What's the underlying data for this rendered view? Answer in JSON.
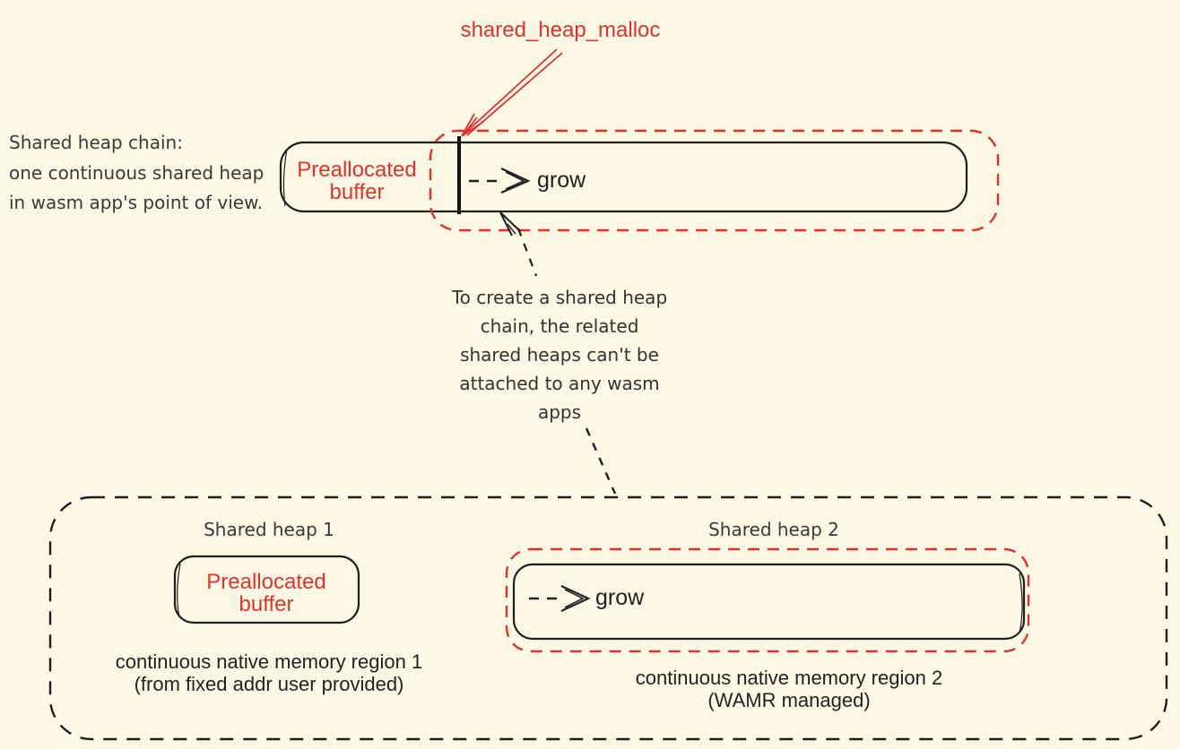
{
  "colors": {
    "background": "#fcf8e3",
    "ink": "#1e1e1e",
    "red_stroke": "#e03131",
    "red_text": "#e23230",
    "dark_text": "#3a3a3a"
  },
  "top": {
    "malloc_label": "shared_heap_malloc",
    "intro": "Shared heap chain:\none continuous shared heap\nin wasm app's point of view.",
    "main_box": {
      "buffer_label": "Preallocated\nbuffer",
      "grow_label": "grow"
    }
  },
  "note": {
    "text": "To create a shared heap\nchain, the related\nshared heaps can't be\nattached to any wasm\napps"
  },
  "bottom": {
    "heap1": {
      "title": "Shared heap 1",
      "buffer_label": "Preallocated\nbuffer",
      "caption": "continuous native memory region 1\n(from fixed addr user provided)"
    },
    "heap2": {
      "title": "Shared heap 2",
      "grow_label": "grow",
      "caption": "continuous native memory region 2\n(WAMR managed)"
    }
  },
  "icons": {
    "malloc_pointer": "red-arrow-down-left",
    "grow_arrow": "dashed-arrow-right",
    "note_pointer": "dashed-arrow-up",
    "chain_connector": "dashed-line"
  }
}
